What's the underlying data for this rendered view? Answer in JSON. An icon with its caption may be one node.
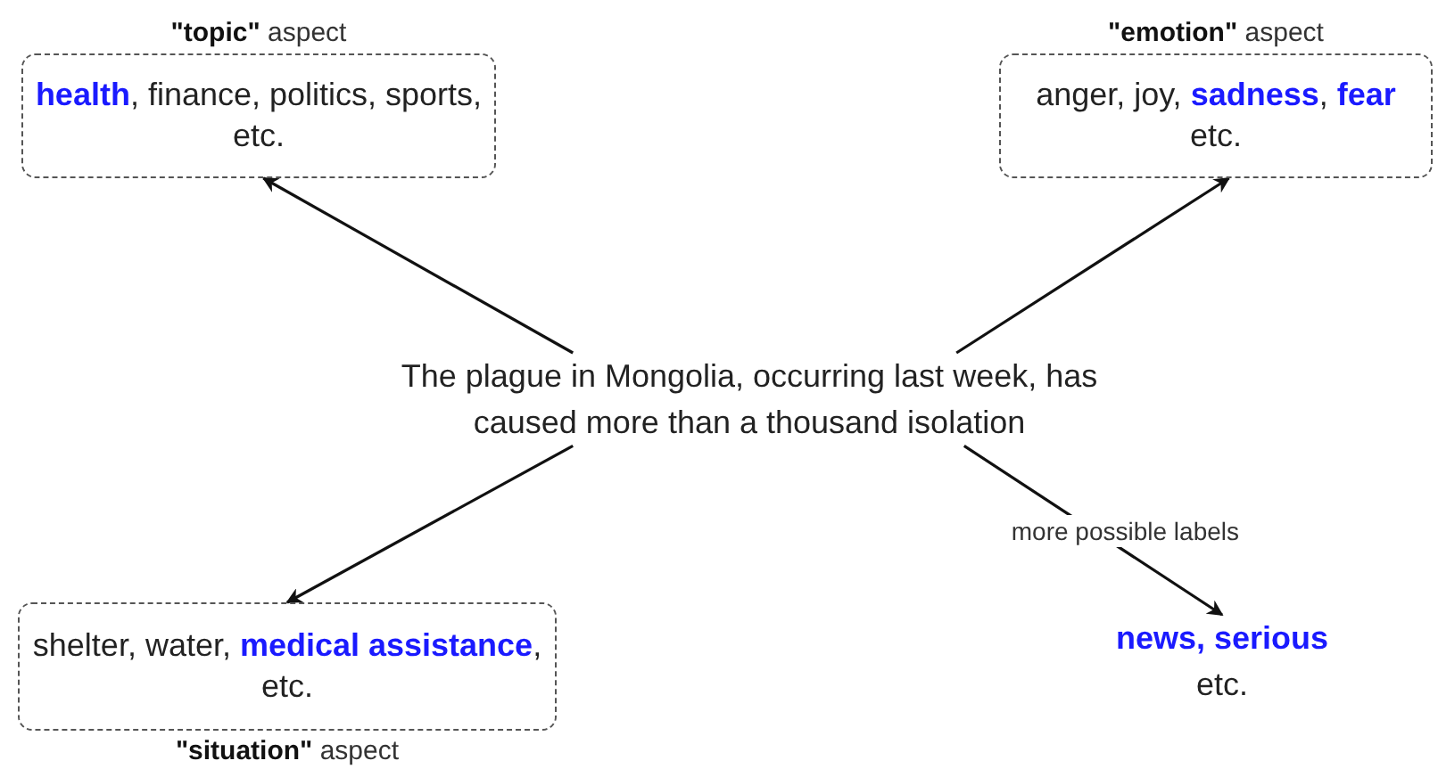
{
  "diagram": {
    "nodes": [
      {
        "text": [
          "**\"topic\"** aspect",
          "**health**, finance, politics, sports, etc."
        ]
      },
      {
        "text": [
          "**\"emotion\"** aspect",
          "anger, joy, **sadness**, **fear** etc."
        ]
      },
      {
        "text": [
          "The plague in Mongolia, occurring last week, has caused more than a thousand isolation"
        ]
      },
      {
        "text": [
          "shelter, water, **medical assistance**, etc.",
          "**\"situation\"** aspect"
        ]
      },
      {
        "text": [
          "**news, serious** etc."
        ]
      }
    ],
    "edges": [
      {
        "from": 2,
        "to": 0,
        "arrow": "to"
      },
      {
        "from": 2,
        "to": 1,
        "arrow": "to"
      },
      {
        "from": 2,
        "to": 3,
        "arrow": "to"
      },
      {
        "from": 2,
        "to": 4,
        "arrow": "to",
        "label": "more possible labels"
      }
    ]
  }
}
